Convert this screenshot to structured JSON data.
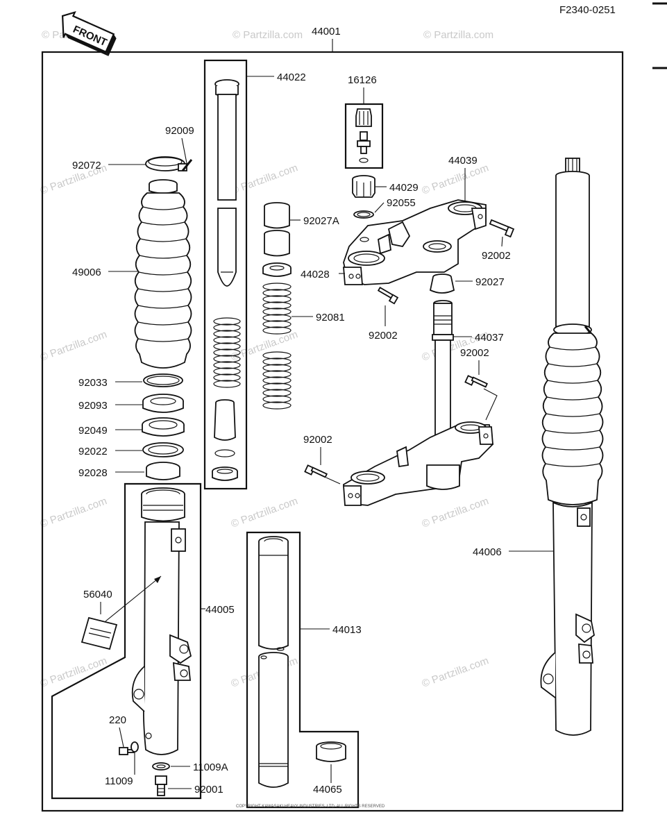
{
  "header": {
    "drawing_code": "F2340-0251",
    "front_badge": "FRONT"
  },
  "watermark": "© Partzilla.com",
  "copyright_note": "COPYRIGHT KAWASAKI HEAVY INDUSTRIES, LTD. ALL RIGHTS RESERVED",
  "parts": {
    "p44001": "44001",
    "p44022": "44022",
    "p16126": "16126",
    "p92009": "92009",
    "p92072": "92072",
    "p44039": "44039",
    "p44029": "44029",
    "p92055": "92055",
    "p92027A": "92027A",
    "p92002a": "92002",
    "p49006": "49006",
    "p44028": "44028",
    "p92027": "92027",
    "p92081": "92081",
    "p92002b": "92002",
    "p44037": "44037",
    "p92002c": "92002",
    "p92033": "92033",
    "p92093": "92093",
    "p92049": "92049",
    "p92022": "92022",
    "p92028": "92028",
    "p92002d": "92002",
    "p44006": "44006",
    "p56040": "56040",
    "p44005": "44005",
    "p44013": "44013",
    "p220": "220",
    "p11009A": "11009A",
    "p11009": "11009",
    "p92001": "92001",
    "p44065": "44065"
  }
}
